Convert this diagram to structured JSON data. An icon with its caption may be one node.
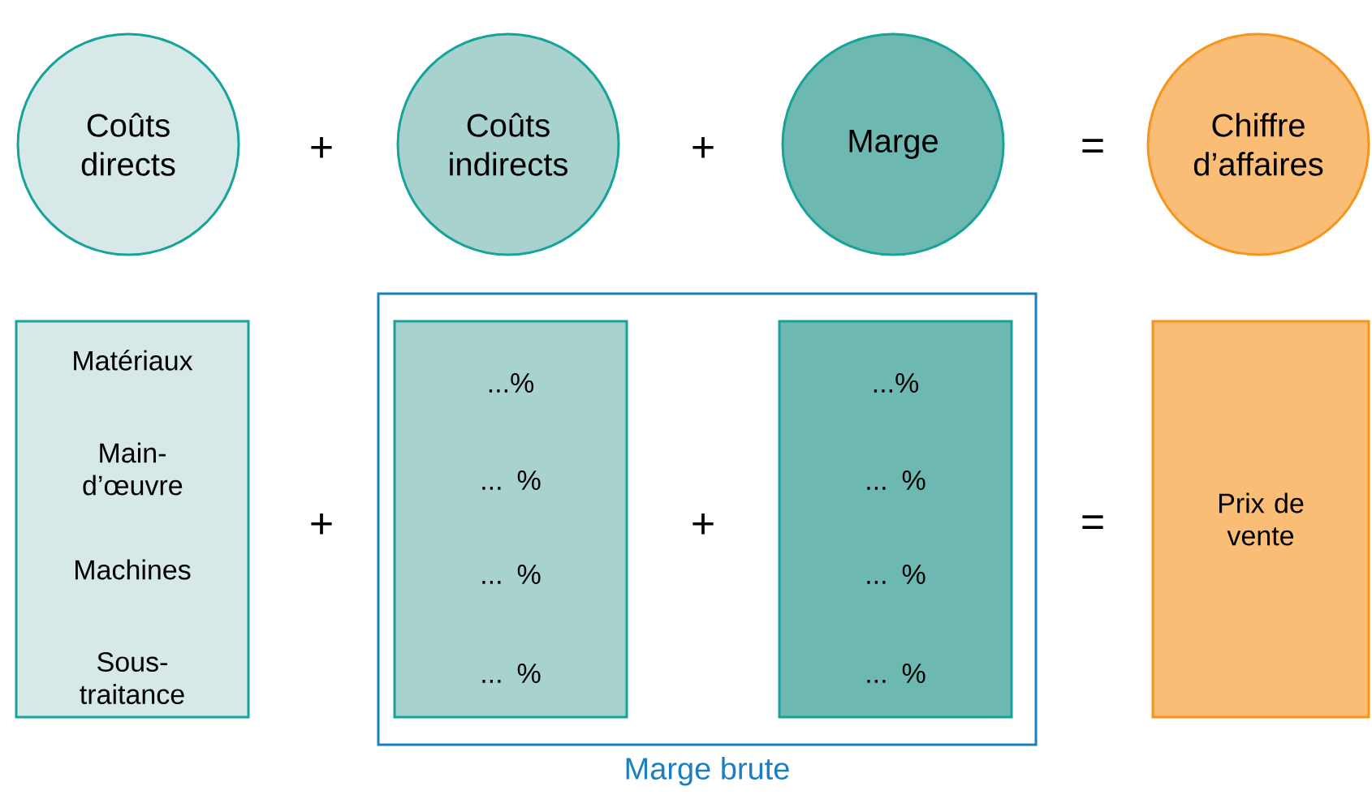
{
  "diagram": {
    "nodes": [
      {
        "text": [
          "Coûts directs"
        ]
      },
      {
        "text": [
          "Coûts indirects"
        ]
      },
      {
        "text": [
          "Marge"
        ]
      },
      {
        "text": [
          "Chiffre d’affaires"
        ]
      },
      {
        "text": [
          "Matériaux",
          "Main-d’œuvre",
          "Machines",
          "Sous-traitance"
        ]
      },
      {
        "text": [
          "Marge brute"
        ]
      },
      {
        "text": [
          "...%",
          "... %",
          "... %",
          "... %"
        ],
        "in": 5
      },
      {
        "text": [
          "...%",
          "... %",
          "... %",
          "... %"
        ],
        "in": 5
      },
      {
        "text": [
          "Prix de vente"
        ]
      }
    ],
    "labels": [
      "+",
      "+",
      "=",
      "+",
      "+",
      "="
    ]
  }
}
